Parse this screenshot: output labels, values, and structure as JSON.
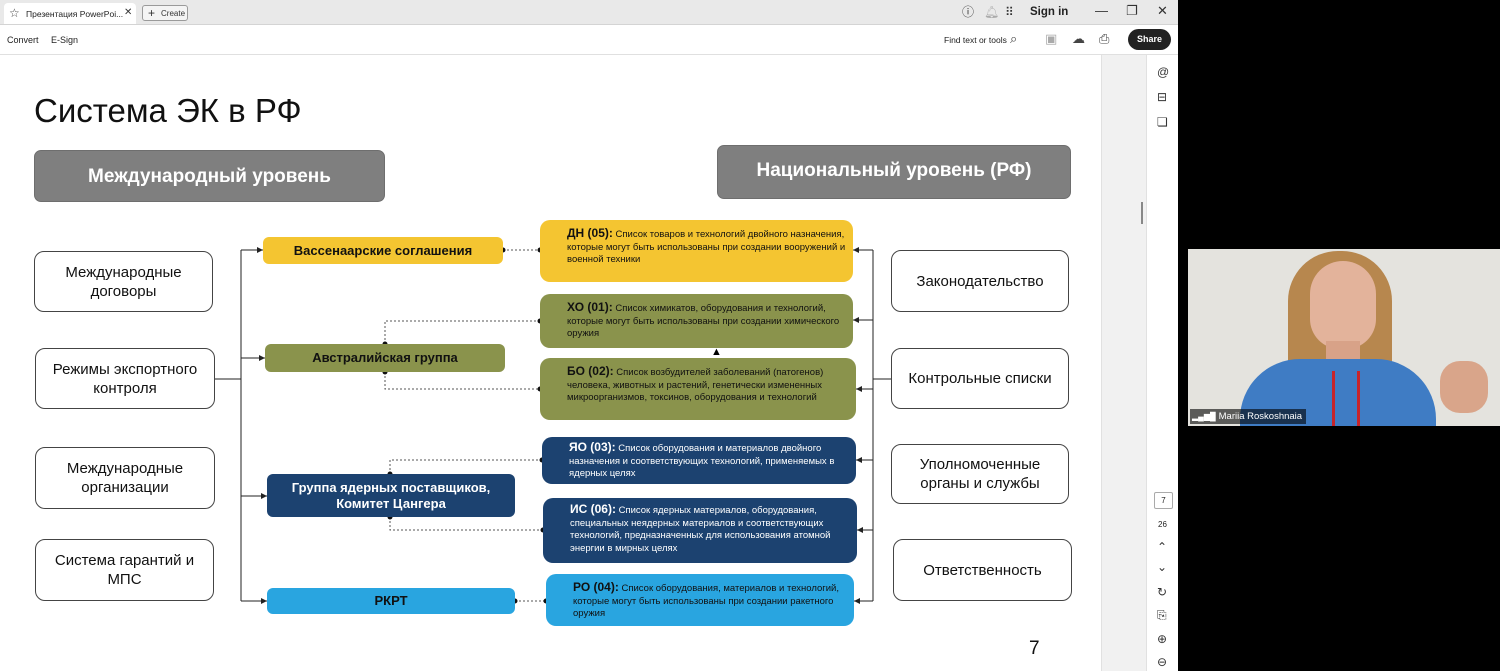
{
  "browser": {
    "tab_title": "Презентация PowerPoi...",
    "create_label": "Create",
    "signin_label": "Sign in"
  },
  "toolbar": {
    "convert_label": "Convert",
    "esign_label": "E-Sign",
    "find_label": "Find text or tools",
    "share_label": "Share"
  },
  "pager": {
    "current": "7",
    "total": "26"
  },
  "slide": {
    "title": "Система ЭК в РФ",
    "international_label": "Международный уровень",
    "national_label": "Национальный уровень (РФ)",
    "left_boxes": [
      "Международные договоры",
      "Режимы экспортного контроля",
      "Международные организации",
      "Система гарантий и МПС"
    ],
    "middle_boxes": [
      "Вассенаарские соглашения",
      "Австралийская группа",
      "Группа ядерных поставщиков, Комитет Цангера",
      "РКРТ"
    ],
    "lists": [
      {
        "code": "ДН (05):",
        "text": "Список товаров и технологий двойного назначения, которые могут быть использованы при создании вооружений и военной техники"
      },
      {
        "code": "ХО (01):",
        "text": "Список химикатов, оборудования и технологий, которые могут быть использованы при создании химического оружия"
      },
      {
        "code": "БО (02):",
        "text": "Список возбудителей заболеваний (патогенов) человека, животных и растений, генетически измененных микроорганизмов, токсинов, оборудования и технологий"
      },
      {
        "code": "ЯО (03):",
        "text": "Список оборудования и материалов двойного назначения и соответствующих технологий, применяемых в ядерных целях"
      },
      {
        "code": "ИС (06):",
        "text": "Список ядерных материалов, оборудования, специальных неядерных материалов и соответствующих технологий, предназначенных для использования атомной энергии в мирных целях"
      },
      {
        "code": "РО (04):",
        "text": "Список оборудования, материалов и технологий, которые могут быть использованы при создании ракетного оружия"
      }
    ],
    "right_boxes": [
      "Законодательство",
      "Контрольные списки",
      "Уполномоченные органы и службы",
      "Ответственность"
    ],
    "page_number": "7"
  },
  "video": {
    "participant_name": "Mariia Roskoshnaia"
  },
  "colors": {
    "yellow": "#f4c531",
    "olive": "#8a934c",
    "navy": "#1c4270",
    "cyan": "#29a5e0",
    "gray_header": "#7f7f7f"
  }
}
